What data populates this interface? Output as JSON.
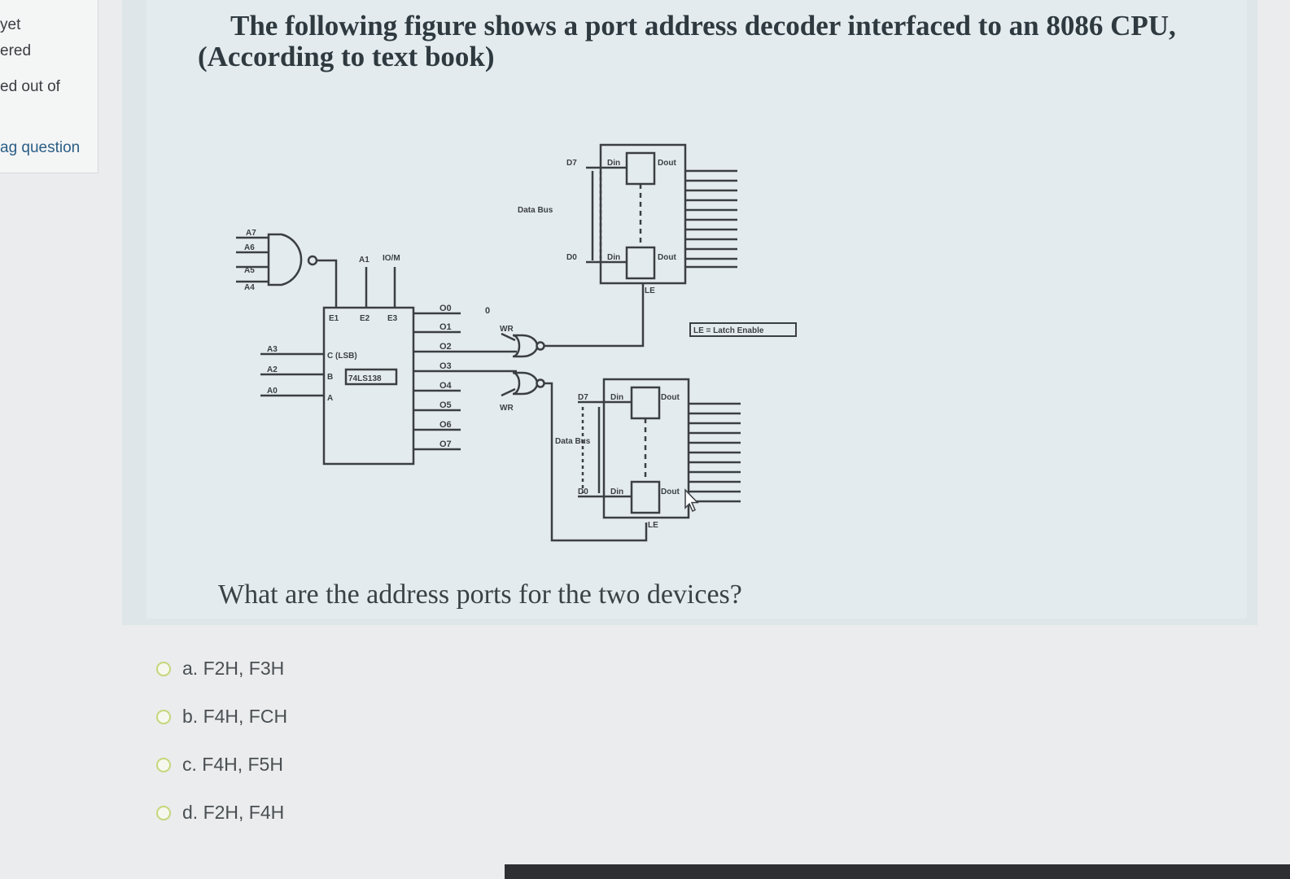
{
  "sidebar": {
    "status_line1": "yet",
    "status_line2": "ered",
    "marked_out": "ed out of",
    "flag_question": "ag question"
  },
  "question": {
    "title_line1": "The following figure shows a port address decoder interfaced to an 8086 CPU,",
    "title_line2": "(According to text book)",
    "prompt": "What are the address ports for the two devices?"
  },
  "diagram": {
    "and_inputs": [
      "A7",
      "A6",
      "A5",
      "A4"
    ],
    "enable_labels": [
      "E1",
      "E2",
      "E3"
    ],
    "top_inputs": [
      "A1",
      "IO/M"
    ],
    "select_inputs": [
      "A3",
      "A2",
      "A0"
    ],
    "select_pins": [
      "C (LSB)",
      "B",
      "A"
    ],
    "chip_label": "74LS138",
    "outputs": [
      "O0",
      "O1",
      "O2",
      "O3",
      "O4",
      "O5",
      "O6",
      "O7"
    ],
    "stray_zero": "0",
    "wr_top": "WR",
    "wr_bottom": "WR",
    "data_bus_top": "Data Bus",
    "data_bus_bottom": "Data Bus",
    "d7": "D7",
    "d0": "D0",
    "din": "Din",
    "dout": "Dout",
    "le": "LE",
    "legend": "LE = Latch Enable"
  },
  "options": [
    {
      "label": "a. F2H, F3H"
    },
    {
      "label": "b. F4H, FCH"
    },
    {
      "label": "c. F4H, F5H"
    },
    {
      "label": "d. F2H, F4H"
    }
  ],
  "colors": {
    "radio_border": "#c6d67a",
    "link": "#2a5e86",
    "question_bg": "#e4ebee"
  }
}
